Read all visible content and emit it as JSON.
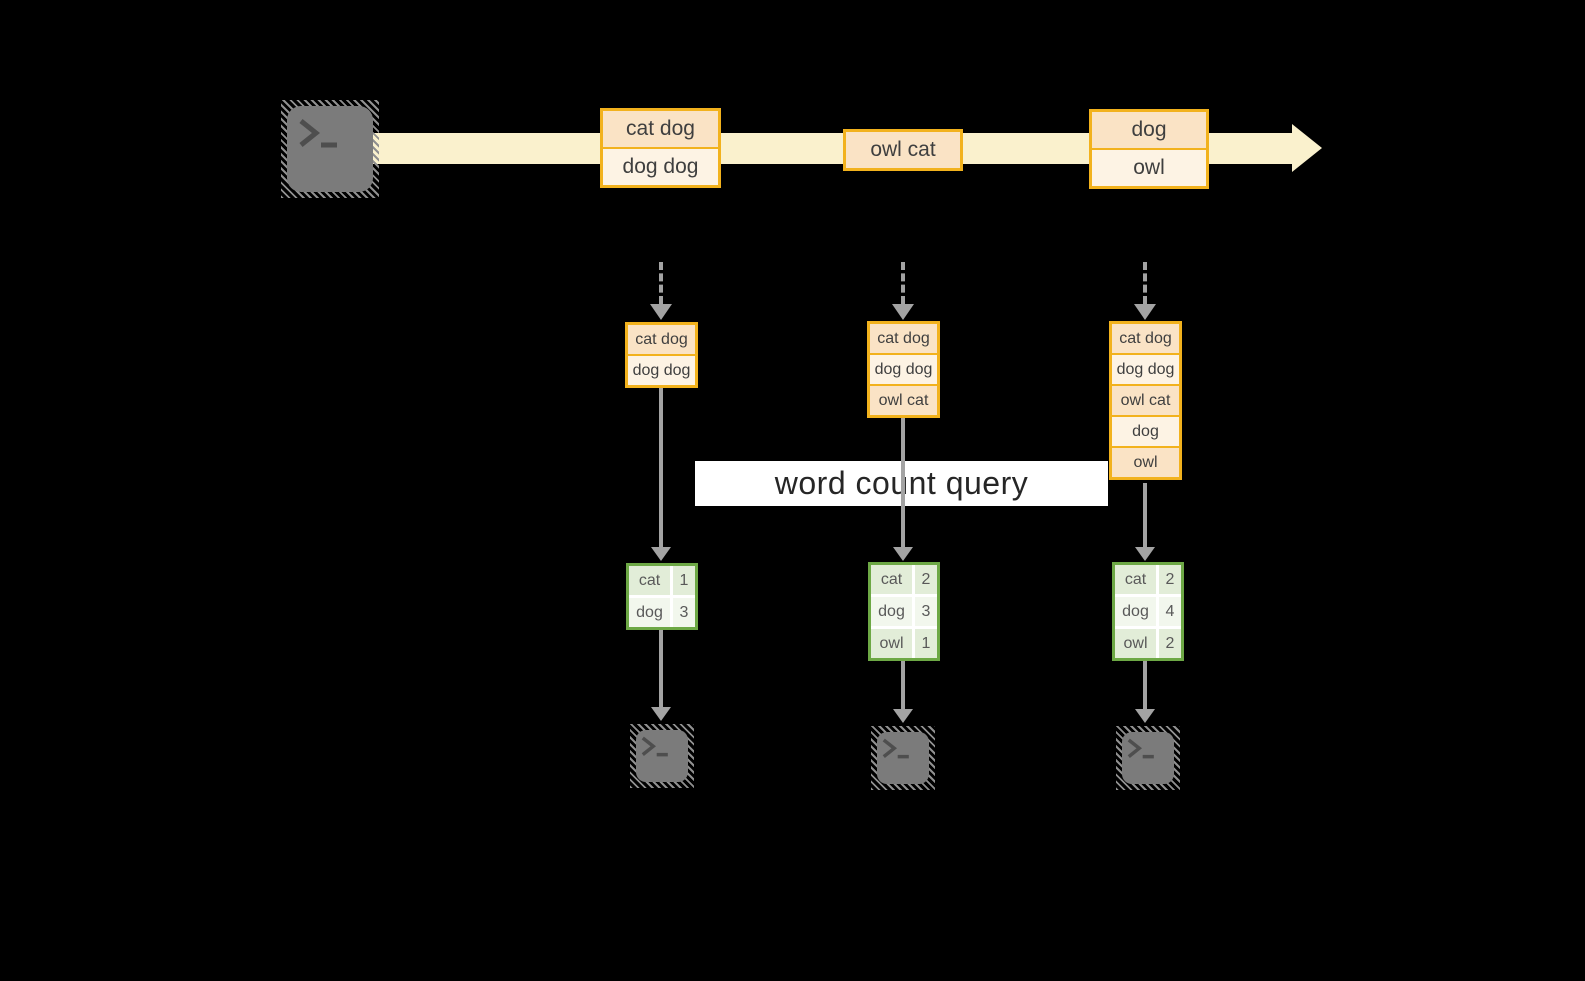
{
  "diagram": {
    "query_label": "word count query",
    "stream": {
      "batches": [
        {
          "rows": [
            "cat dog",
            "dog dog"
          ]
        },
        {
          "rows": [
            "owl cat"
          ]
        },
        {
          "rows": [
            "dog",
            "owl"
          ]
        }
      ]
    },
    "micro_batches": [
      {
        "rows": [
          "cat dog",
          "dog dog"
        ]
      },
      {
        "rows": [
          "cat dog",
          "dog dog",
          "owl cat"
        ]
      },
      {
        "rows": [
          "cat dog",
          "dog dog",
          "owl cat",
          "dog",
          "owl"
        ]
      }
    ],
    "result_tables": [
      {
        "rows": [
          {
            "word": "cat",
            "count": "1"
          },
          {
            "word": "dog",
            "count": "3"
          }
        ]
      },
      {
        "rows": [
          {
            "word": "cat",
            "count": "2"
          },
          {
            "word": "dog",
            "count": "3"
          },
          {
            "word": "owl",
            "count": "1"
          }
        ]
      },
      {
        "rows": [
          {
            "word": "cat",
            "count": "2"
          },
          {
            "word": "dog",
            "count": "4"
          },
          {
            "word": "owl",
            "count": "2"
          }
        ]
      }
    ],
    "icons": {
      "source": "terminal-icon",
      "sinks": [
        "terminal-icon",
        "terminal-icon",
        "terminal-icon"
      ]
    }
  },
  "colors": {
    "background": "#000000",
    "stream": "#FAF1CD",
    "amber": "#F2B21D",
    "peach": "#FAE3C5",
    "cream": "#FDF3E4",
    "green": "#6DA845",
    "green-cell": "#E2EDD8",
    "green-cell-light": "#F2F7ED",
    "arrow-gray": "#A3A3A3",
    "terminal-gray": "#7B7B7B",
    "terminal-hatch": "#8F8F8F",
    "glyph-gray": "#4E4E4E",
    "text-dark": "#3F3F3F",
    "table-text": "#595959",
    "query-text": "#262626",
    "band-bg": "#FFFFFF"
  }
}
